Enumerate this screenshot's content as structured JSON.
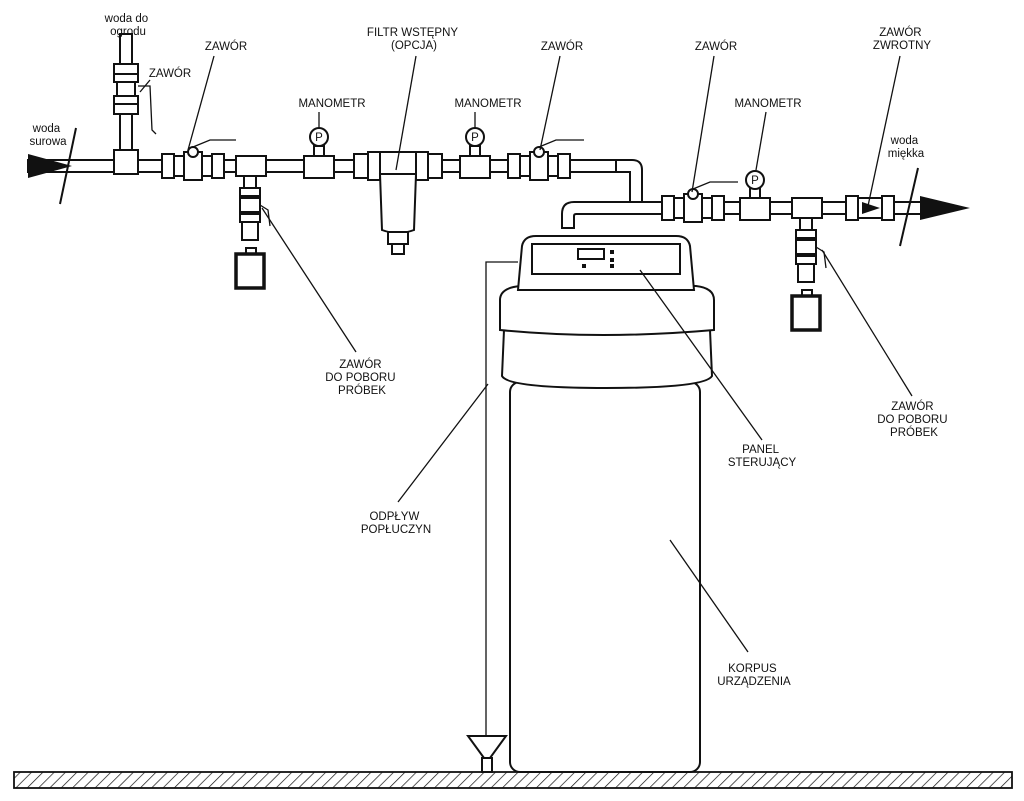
{
  "labels": {
    "garden_water": [
      "woda do",
      "ogrodu"
    ],
    "raw_water": [
      "woda",
      "surowa"
    ],
    "soft_water": [
      "woda",
      "miękka"
    ],
    "valve_garden": "ZAWÓR",
    "valve_1": "ZAWÓR",
    "prefilter": [
      "FILTR WSTĘPNY",
      "(OPCJA)"
    ],
    "valve_2": "ZAWÓR",
    "valve_3": "ZAWÓR",
    "check_valve": [
      "ZAWÓR",
      "ZWROTNY"
    ],
    "gauge_1": "MANOMETR",
    "gauge_2": "MANOMETR",
    "gauge_3": "MANOMETR",
    "gauge_symbol": "P",
    "sample_valve_left": [
      "ZAWÓR",
      "DO POBORU",
      "PRÓBEK"
    ],
    "sample_valve_right": [
      "ZAWÓR",
      "DO POBORU",
      "PRÓBEK"
    ],
    "control_panel": [
      "PANEL",
      "STERUJĄCY"
    ],
    "drain": [
      "ODPŁYW",
      "POPŁUCZYN"
    ],
    "body": [
      "KORPUS",
      "URZĄDZENIA"
    ]
  }
}
